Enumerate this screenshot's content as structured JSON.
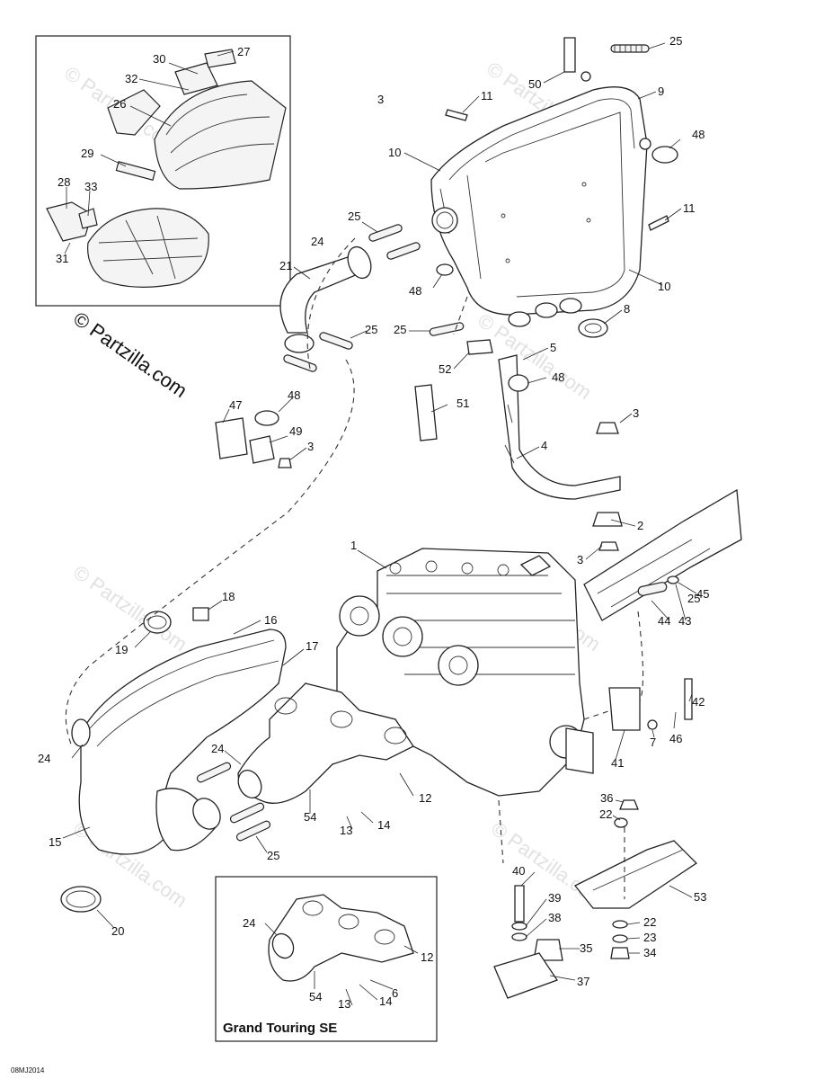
{
  "watermark": "© Partzilla.com",
  "brand_text": "© Partzilla.com",
  "inset_title": "Grand Touring SE",
  "figure_code": "08MJ2014",
  "callouts": [
    "1",
    "2",
    "3",
    "3",
    "3",
    "3",
    "4",
    "5",
    "6",
    "7",
    "8",
    "9",
    "10",
    "10",
    "11",
    "11",
    "12",
    "12",
    "13",
    "13",
    "14",
    "14",
    "15",
    "16",
    "17",
    "18",
    "19",
    "20",
    "21",
    "22",
    "22",
    "23",
    "24",
    "24",
    "24",
    "24",
    "25",
    "25",
    "25",
    "25",
    "25",
    "25",
    "26",
    "27",
    "28",
    "29",
    "30",
    "31",
    "32",
    "33",
    "34",
    "35",
    "36",
    "37",
    "38",
    "39",
    "40",
    "41",
    "42",
    "43",
    "44",
    "45",
    "46",
    "47",
    "48",
    "48",
    "48",
    "48",
    "49",
    "50",
    "51",
    "52",
    "53",
    "54",
    "54"
  ]
}
